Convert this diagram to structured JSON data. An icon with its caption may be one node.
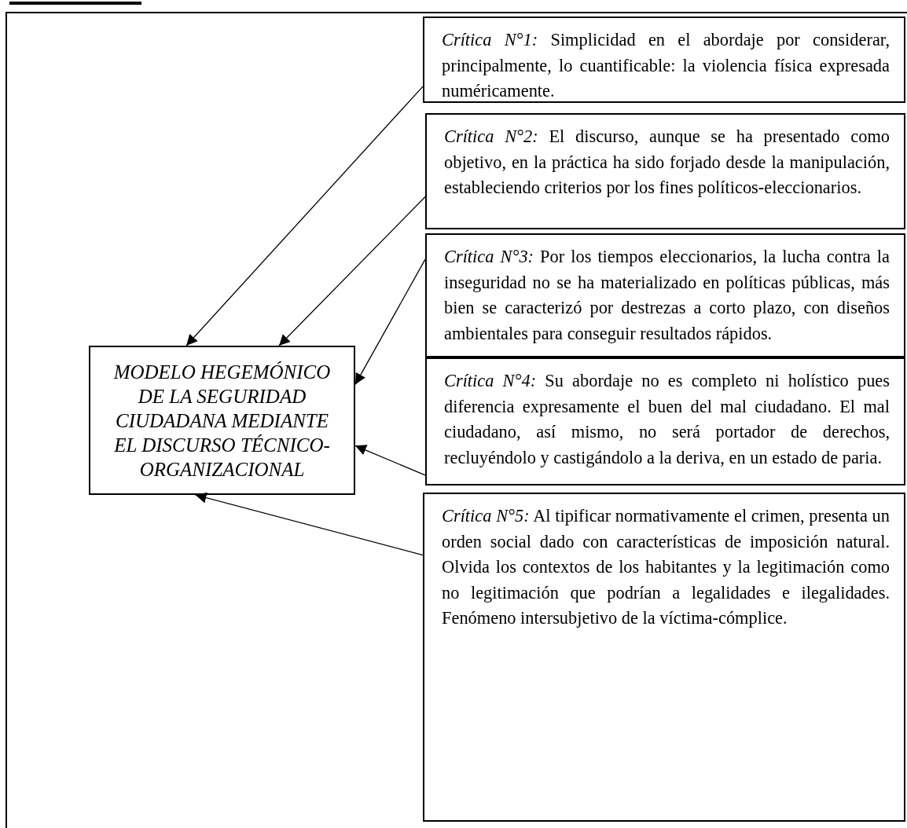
{
  "diagram": {
    "nodes": [
      {
        "text": [
          "MODELO HEGEMÓNICO DE LA SEGURIDAD CIUDADANA MEDIANTE EL DISCURSO TÉCNICO-ORGANIZACIONAL"
        ]
      },
      {
        "text": [
          "*Crítica N°1:* Simplicidad en el abordaje por considerar, principalmente, lo cuantificable: la violencia física expresada numéricamente."
        ]
      },
      {
        "text": [
          "*Crítica N°2:* El discurso, aunque se ha presentado como objetivo, en la práctica ha sido forjado desde la manipulación, estableciendo criterios por los fines políticos-eleccionarios."
        ]
      },
      {
        "text": [
          "*Crítica N°3:* Por los tiempos eleccionarios, la lucha contra la inseguridad no se ha materializado en políticas públicas, más bien se caracterizó por destrezas a corto plazo, con diseños ambientales para conseguir resultados rápidos."
        ]
      },
      {
        "text": [
          "*Crítica N°4:* Su abordaje no es completo ni holístico pues diferencia expresamente el buen del mal ciudadano. El mal ciudadano, así mismo, no será portador de derechos, recluyéndolo y castigándolo a la deriva, en un estado de paria."
        ]
      },
      {
        "text": [
          "*Crítica N°5:* Al tipificar normativamente el crimen, presenta un orden social dado con características de imposición natural. Olvida los contextos de los habitantes y la legitimación como no legitimación que podrían a legalidades e ilegalidades. Fenómeno intersubjetivo de la víctima-cómplice."
        ]
      }
    ],
    "edges": [
      {
        "from": 1,
        "to": 0,
        "arrow": "to"
      },
      {
        "from": 2,
        "to": 0,
        "arrow": "to"
      },
      {
        "from": 3,
        "to": 0,
        "arrow": "to"
      },
      {
        "from": 4,
        "to": 0,
        "arrow": "to"
      },
      {
        "from": 5,
        "to": 0,
        "arrow": "to"
      }
    ]
  }
}
